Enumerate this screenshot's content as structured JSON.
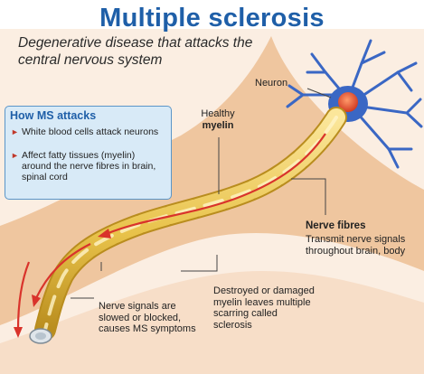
{
  "title": "Multiple sclerosis",
  "subtitle": "Degenerative disease that attacks the central nervous system",
  "attack_box": {
    "heading": "How MS attacks",
    "items": [
      "White blood cells attack neurons",
      "Affect fatty tissues (myelin) around the nerve fibres in brain, spinal cord"
    ]
  },
  "labels": {
    "neuron": "Neuron",
    "healthy_myelin_line1": "Healthy",
    "healthy_myelin_line2": "myelin",
    "nerve_fibres_heading": "Nerve fibres",
    "nerve_fibres_text": "Transmit nerve signals throughout brain, body",
    "damaged_myelin": "Destroyed or damaged myelin leaves multiple scarring called sclerosis",
    "nerve_signals": "Nerve signals are slowed or blocked, causes MS symptoms"
  },
  "colors": {
    "title": "#1f5fa8",
    "myelin": "#e8c24a",
    "signal_arrow": "#d9332b",
    "neuron_body": "#3a67c4",
    "nucleus": "#e2553a",
    "band": "#e9b98a"
  }
}
